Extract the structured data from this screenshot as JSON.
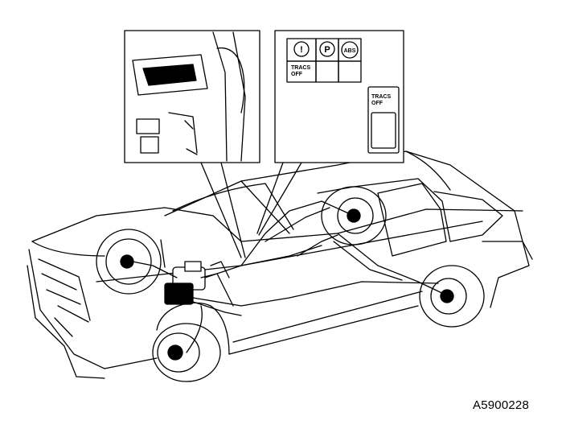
{
  "figure_id": "A5900228",
  "indicator_panel": {
    "traction_off_lamp": "TRACS OFF",
    "traction_off_switch": "TRACS OFF",
    "lamp_symbols": [
      "!",
      "P",
      "ABS"
    ]
  },
  "colors": {
    "ink": "#000000",
    "paper": "#ffffff"
  }
}
